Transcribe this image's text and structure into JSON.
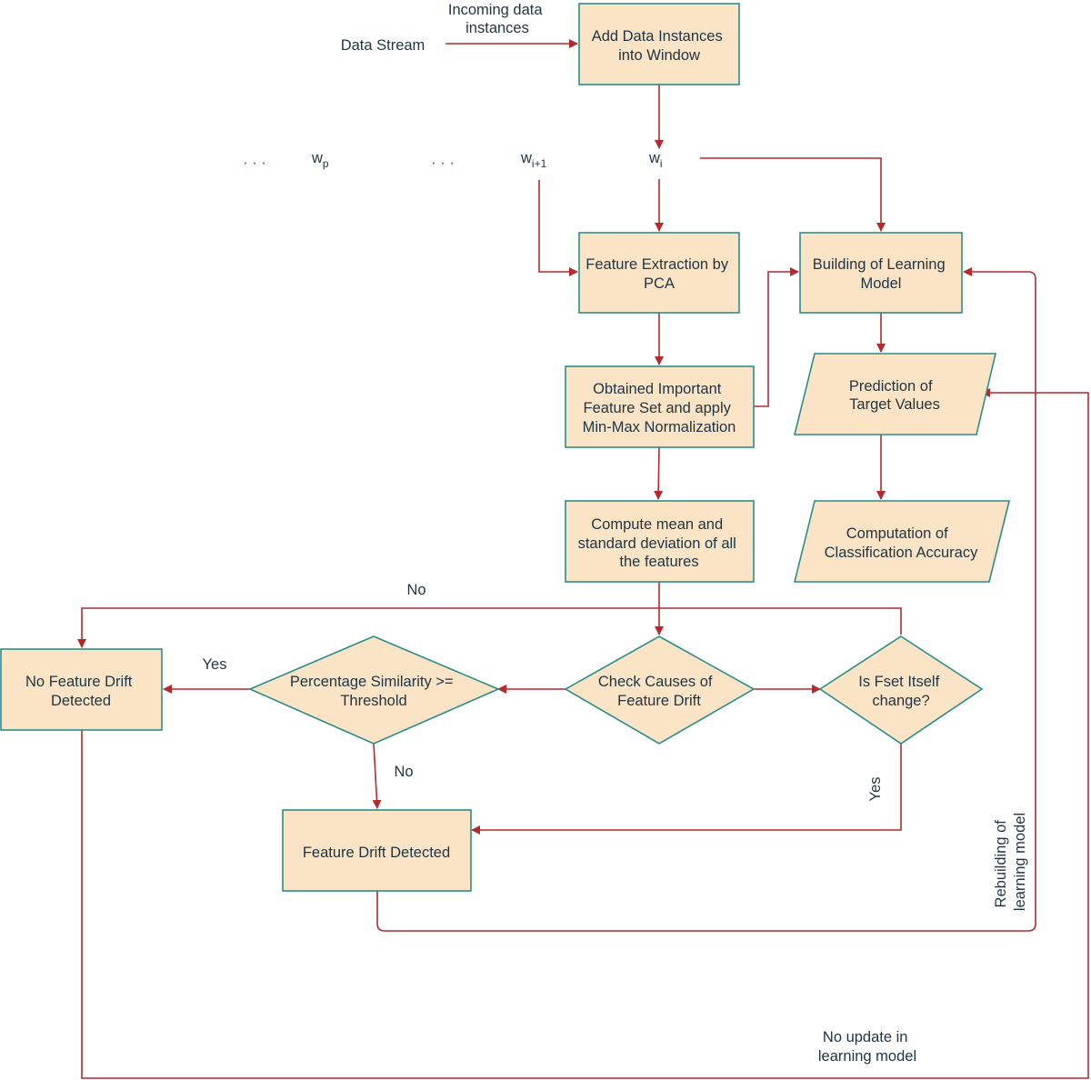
{
  "nodes": {
    "add_window": [
      "Add Data Instances",
      "into Window"
    ],
    "feature_extraction": [
      "Feature Extraction by",
      "PCA"
    ],
    "important_features": [
      "Obtained Important",
      "Feature Set and apply",
      "Min-Max Normalization"
    ],
    "compute_mean": [
      "Compute mean and",
      "standard deviation of all",
      "the features"
    ],
    "check_causes": [
      "Check Causes of",
      "Feature Drift"
    ],
    "percentage_similarity": [
      "Percentage Similarity >=",
      "Threshold"
    ],
    "fset_change": [
      "Is Fset Itself",
      "change?"
    ],
    "no_drift": [
      "No Feature Drift",
      "Detected"
    ],
    "drift_detected": [
      "Feature Drift Detected"
    ],
    "build_model": [
      "Building of Learning",
      "Model"
    ],
    "prediction": [
      "Prediction of",
      "Target Values"
    ],
    "accuracy": [
      "Computation of",
      "Classification Accuracy"
    ]
  },
  "labels": {
    "data_stream": "Data Stream",
    "incoming": [
      "Incoming data",
      "instances"
    ],
    "window_p": "w",
    "window_p_sub": "p",
    "window_i1": "w",
    "window_i1_sub": "i+1",
    "window_i": "w",
    "window_i_sub": "i",
    "ellipsis": "· · ·",
    "no_top": "No",
    "yes_left": "Yes",
    "no_bottom": "No",
    "yes_right": "Yes",
    "rebuilding": [
      "Rebuilding of",
      "learning model"
    ],
    "no_update": [
      "No update in",
      "learning model"
    ]
  },
  "colors": {
    "box_fill": "#fbe3c5",
    "box_stroke": "#2a8d8a",
    "arrow": "#b3292c",
    "text": "#1d3545"
  }
}
